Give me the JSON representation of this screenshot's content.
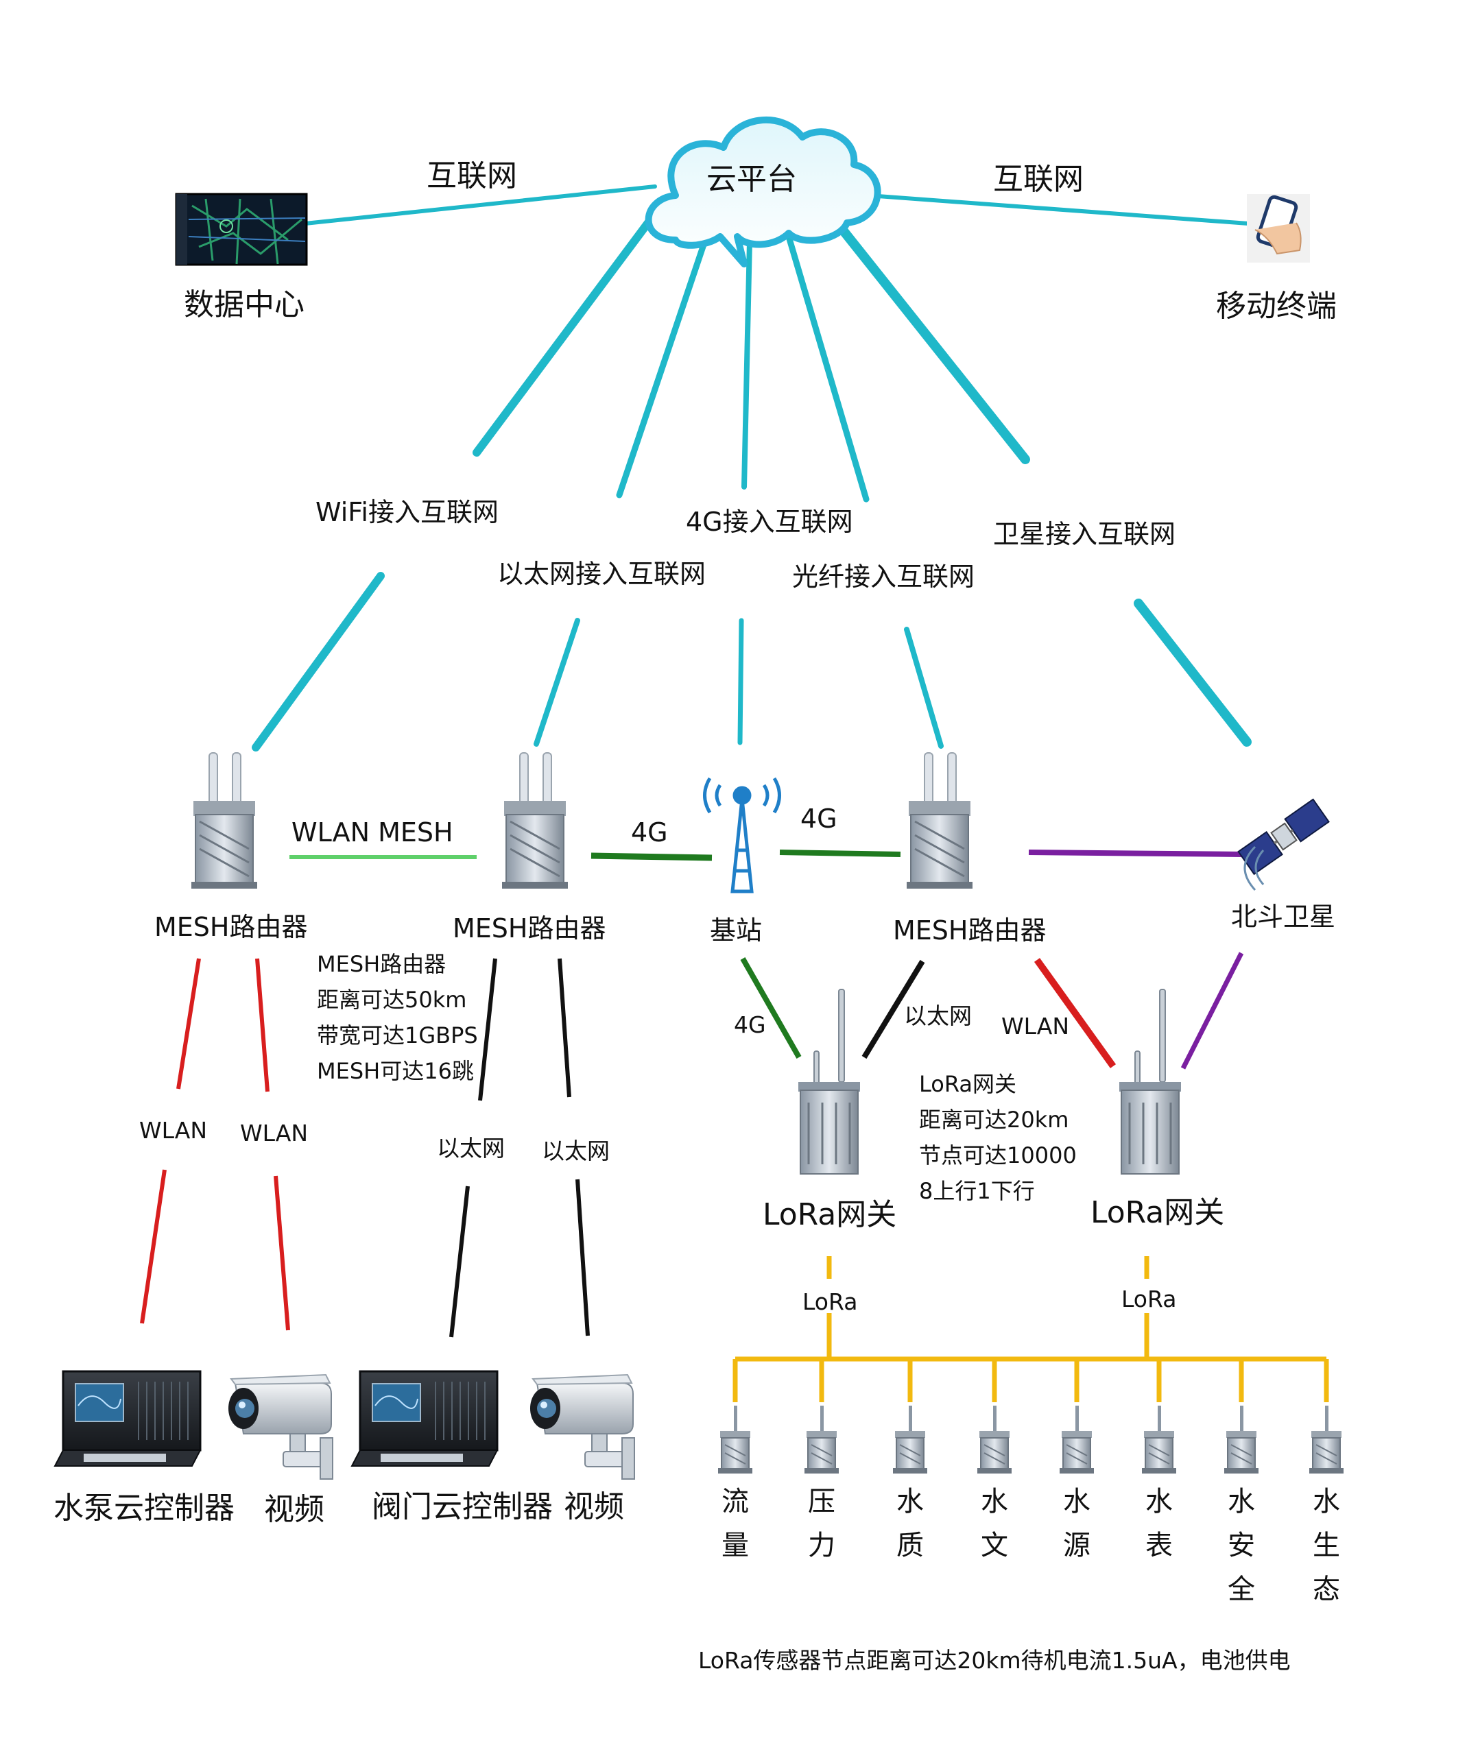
{
  "colors": {
    "internet": "#1fb8c9",
    "wlan": "#d81e1e",
    "ethernet": "#111111",
    "g4": "#1f7a1f",
    "satellite": "#7a1fa0",
    "lora": "#f2b90f"
  },
  "cloud": {
    "label": "云平台"
  },
  "internet_left": "互联网",
  "internet_right": "互联网",
  "data_center": {
    "label": "数据中心",
    "icon": "map-monitor-icon"
  },
  "mobile": {
    "label": "移动终端",
    "icon": "smartphone-icon"
  },
  "access": {
    "wifi": "WiFi接入互联网",
    "ethernet": "以太网接入互联网",
    "g4": "4G接入互联网",
    "fiber": "光纤接入互联网",
    "satellite": "卫星接入互联网"
  },
  "wlan_mesh": "WLAN MESH",
  "g4_left": "4G",
  "g4_right": "4G",
  "routers": [
    "MESH路由器",
    "MESH路由器",
    "MESH路由器"
  ],
  "base_station": "基站",
  "beidou": "北斗卫星",
  "mesh_note": "MESH路由器\n距离可达50km\n带宽可达1GBPS\nMESH可达16跳",
  "lora_note": "LoRa网关\n距离可达20km\n节点可达10000\n8上行1下行",
  "link_labels": {
    "wlan_a": "WLAN",
    "wlan_b": "WLAN",
    "eth_a": "以太网",
    "eth_b": "以太网",
    "g4_gw": "4G",
    "eth_gw": "以太网",
    "wlan_gw": "WLAN",
    "lora_a": "LoRa",
    "lora_b": "LoRa"
  },
  "gateways": [
    "LoRa网关",
    "LoRa网关"
  ],
  "devices": [
    "水泵云控制器",
    "视频",
    "阀门云控制器",
    "视频"
  ],
  "sensors": [
    "流量",
    "压力",
    "水质",
    "水文",
    "水源",
    "水表",
    "水安全",
    "水生态"
  ],
  "footer": "LoRa传感器节点距离可达20km待机电流1.5uA，电池供电"
}
